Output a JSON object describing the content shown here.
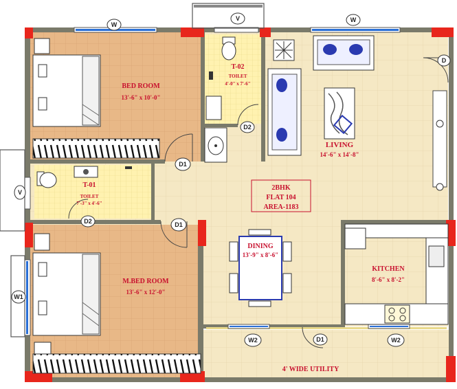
{
  "rooms": {
    "bedroom": {
      "name": "BED ROOM",
      "dims": "13'-6\" x 10'-0\""
    },
    "toilet_2": {
      "name": "T-02",
      "sub": "TOILET",
      "dims": "4'-0\" x 7'-6\""
    },
    "living": {
      "name": "LIVING",
      "dims": "14'-6\" x 14'-8\""
    },
    "toilet_1": {
      "name": "T-01",
      "sub": "TOILET",
      "dims": "7'-3\" x 4'-6\""
    },
    "flat_info": {
      "type": "2BHK",
      "flat": "FLAT 104",
      "area": "AREA-1183"
    },
    "dining": {
      "name": "DINING",
      "dims": "13'-9\" x 8'-6\""
    },
    "master_bedroom": {
      "name": "M.BED ROOM",
      "dims": "13'-6\" x 12'-0\""
    },
    "kitchen": {
      "name": "KITCHEN",
      "dims": "8'-6\" x 8'-2\""
    },
    "utility": {
      "name": "4' WIDE UTILITY"
    }
  },
  "door_labels": {
    "d1_bed": "D1",
    "d2_t02": "D2",
    "d2_t01": "D2",
    "d1_mbed": "D1",
    "d1_util": "D1",
    "d_main": "D"
  },
  "window_labels": {
    "w_top_bed": "W",
    "v_top": "V",
    "w_top_living": "W",
    "v_left": "V",
    "w1_left": "W1",
    "w2_util_left": "W2",
    "w2_util_right": "W2"
  },
  "colors": {
    "bedroom_floor": "#e8b887",
    "main_floor": "#f5e8c4",
    "toilet_floor": "#fff2b0",
    "wall": "#7a7a6a",
    "column": "#e8261c",
    "label": "#c8102e",
    "furniture_blue": "#2a3ab0"
  }
}
